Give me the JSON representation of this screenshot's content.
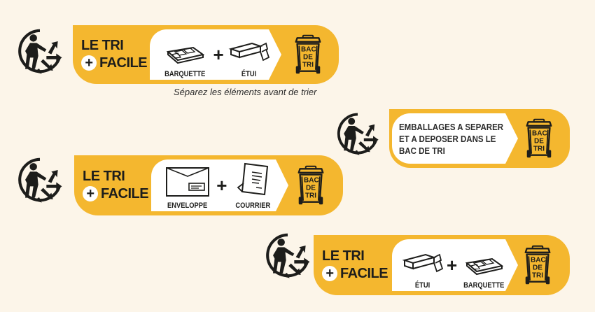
{
  "colors": {
    "background": "#fcf5e9",
    "banner": "#f4b72f",
    "panel": "#ffffff",
    "ink": "#1d1d1b"
  },
  "labels": [
    {
      "id": "label-1",
      "icon": "triman-recycling-icon",
      "title_line1": "LE TRI",
      "title_line2": "FACILE",
      "title_plus": "+",
      "items": [
        {
          "icon": "tray-icon",
          "label": "BARQUETTE"
        },
        {
          "icon": "box-sleeve-icon",
          "label": "ÉTUI"
        }
      ],
      "joiner": "+",
      "bin": {
        "icon": "sorting-bin-icon",
        "lines": [
          "BAC",
          "DE",
          "TRI"
        ]
      },
      "caption": "Séparez les éléments avant de trier"
    },
    {
      "id": "label-2",
      "icon": "triman-recycling-icon",
      "message_lines": [
        "EMBALLAGES A SEPARER",
        "ET A DEPOSER DANS LE",
        "BAC DE TRI"
      ],
      "bin": {
        "icon": "sorting-bin-icon",
        "lines": [
          "BAC",
          "DE",
          "TRI"
        ]
      }
    },
    {
      "id": "label-3",
      "icon": "triman-recycling-icon",
      "title_line1": "LE TRI",
      "title_line2": "FACILE",
      "title_plus": "+",
      "items": [
        {
          "icon": "envelope-icon",
          "label": "ENVELOPPE"
        },
        {
          "icon": "letter-icon",
          "label": "COURRIER"
        }
      ],
      "joiner": "+",
      "bin": {
        "icon": "sorting-bin-icon",
        "lines": [
          "BAC",
          "DE",
          "TRI"
        ]
      }
    },
    {
      "id": "label-4",
      "icon": "triman-recycling-icon",
      "title_line1": "LE TRI",
      "title_line2": "FACILE",
      "title_plus": "+",
      "items": [
        {
          "icon": "box-sleeve-icon",
          "label": "ÉTUI"
        },
        {
          "icon": "tray-icon",
          "label": "BARQUETTE"
        }
      ],
      "joiner": "+",
      "bin": {
        "icon": "sorting-bin-icon",
        "lines": [
          "BAC",
          "DE",
          "TRI"
        ]
      }
    }
  ]
}
